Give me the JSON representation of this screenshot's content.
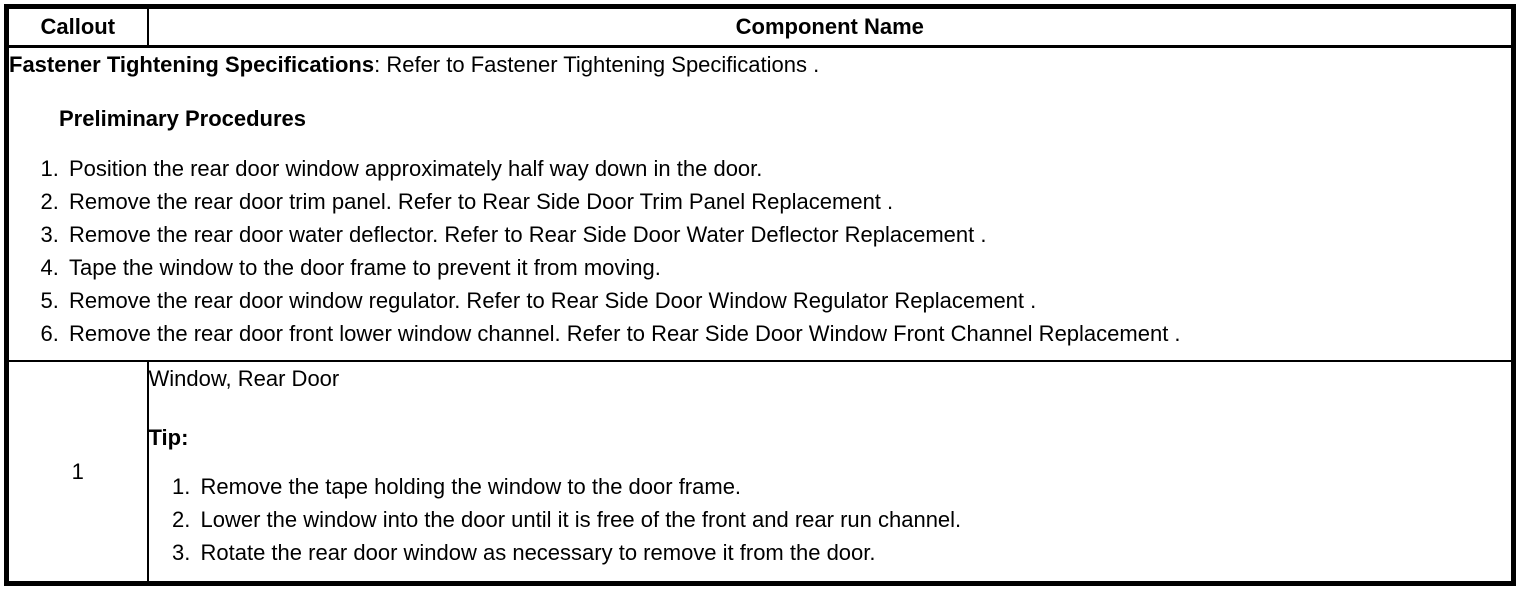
{
  "colors": {
    "border": "#000000",
    "text": "#000000",
    "background": "#ffffff"
  },
  "table": {
    "header": {
      "callout": "Callout",
      "component_name": "Component Name"
    }
  },
  "preliminary": {
    "intro_bold": "Fastener Tightening Specifications",
    "intro_rest": ": Refer to Fastener Tightening Specifications .",
    "heading": "Preliminary Procedures",
    "steps": [
      "Position the rear door window approximately half way down in the door.",
      "Remove the rear door trim panel. Refer to Rear Side Door Trim Panel Replacement .",
      "Remove the rear door water deflector. Refer to Rear Side Door Water Deflector Replacement .",
      "Tape the window to the door frame to prevent it from moving.",
      "Remove the rear door window regulator. Refer to Rear Side Door Window Regulator Replacement .",
      "Remove the rear door front lower window channel. Refer to Rear Side Door Window Front Channel Replacement ."
    ]
  },
  "callouts": [
    {
      "number": "1",
      "name": "Window, Rear Door",
      "tip_label": "Tip:",
      "tip_steps": [
        "Remove the tape holding the window to the door frame.",
        "Lower the window into the door until it is free of the front and rear run channel.",
        "Rotate the rear door window as necessary to remove it from the door."
      ]
    }
  ]
}
